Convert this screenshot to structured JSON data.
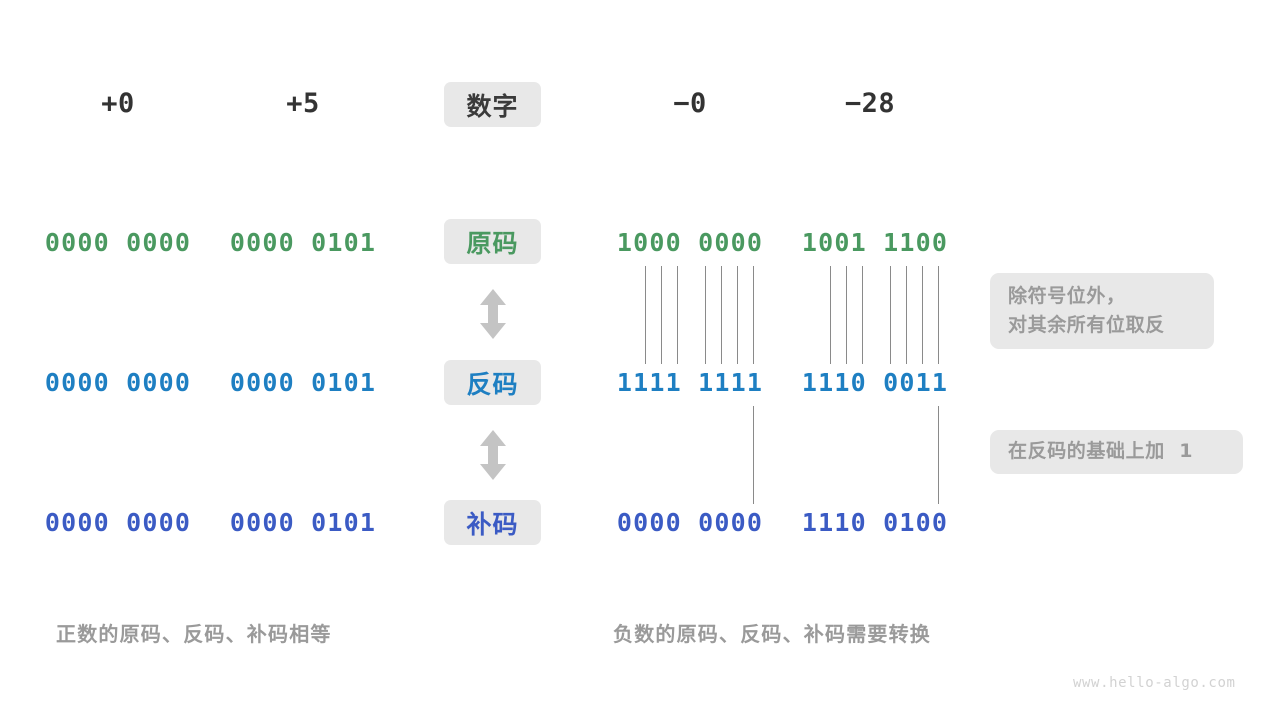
{
  "figure": {
    "watermark": "www.hello-algo.com"
  },
  "columns": {
    "headers": [
      {
        "label": "+0",
        "sign": "positive"
      },
      {
        "label": "+5",
        "sign": "positive"
      },
      {
        "label": "−0",
        "sign": "negative"
      },
      {
        "label": "−28",
        "sign": "negative"
      }
    ]
  },
  "center_labels": {
    "title_chip": "数字",
    "row_chips": [
      {
        "label": "原码",
        "color": "#4A9960"
      },
      {
        "label": "反码",
        "color": "#1E7FC2"
      },
      {
        "label": "补码",
        "color": "#3B5BC4"
      }
    ]
  },
  "rows": [
    {
      "name": "sign-magnitude",
      "chip": "原码",
      "color": "#4A9960",
      "values": [
        "0000 0000",
        "0000 0101",
        "1000 0000",
        "1001 1100"
      ]
    },
    {
      "name": "ones-complement",
      "chip": "反码",
      "color": "#1E7FC2",
      "values": [
        "0000 0000",
        "0000 0101",
        "1111 1111",
        "1110 0011"
      ]
    },
    {
      "name": "twos-complement",
      "chip": "补码",
      "color": "#3B5BC4",
      "values": [
        "0000 0000",
        "0000 0101",
        "0000 0000",
        "1110 0100"
      ]
    }
  ],
  "annotations": [
    {
      "name": "invert-bits-note",
      "lines": [
        "除符号位外，",
        "对其余所有位取反"
      ]
    },
    {
      "name": "add-one-note",
      "lines": [
        "在反码的基础上加  1"
      ]
    }
  ],
  "captions": [
    {
      "name": "positive-caption",
      "text": "正数的原码、反码、补码相等"
    },
    {
      "name": "negative-caption",
      "text": "负数的原码、反码、补码需要转换"
    }
  ]
}
